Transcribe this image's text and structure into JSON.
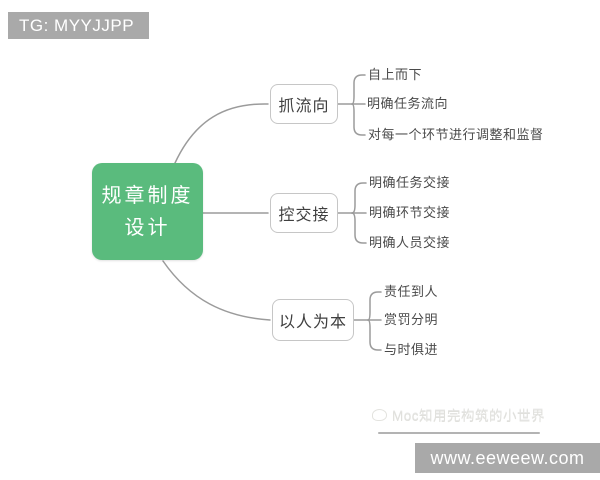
{
  "overlays": {
    "top_banner": "TG: MYYJJPP",
    "bottom_banner": "www.eeweew.com",
    "watermark": "Moc知用完构筑的小世界"
  },
  "mindmap": {
    "root": {
      "line1": "规章制度",
      "line2": "设计"
    },
    "branches": [
      {
        "label": "抓流向",
        "children": [
          "自上而下",
          "明确任务流向",
          "对每一个环节进行调整和监督"
        ]
      },
      {
        "label": "控交接",
        "children": [
          "明确任务交接",
          "明确环节交接",
          "明确人员交接"
        ]
      },
      {
        "label": "以人为本",
        "children": [
          "责任到人",
          "赏罚分明",
          "与时俱进"
        ]
      }
    ]
  },
  "colors": {
    "root_node_green": "#5abb7d",
    "banner_gray": "#a9a9a9",
    "connector_gray": "#9b9b9b",
    "branch_border_gray": "#c6c6c6",
    "watermark_gray": "#e0e0dc"
  }
}
